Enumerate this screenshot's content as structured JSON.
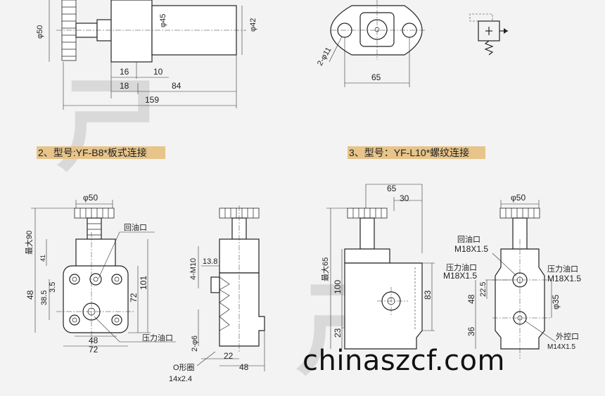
{
  "watermark": "chinaszcf.com",
  "sections": {
    "s2": {
      "title": "2、型号:YF-B8*板式连接"
    },
    "s3": {
      "title": "3、型号：YF-L10*螺纹连接"
    }
  },
  "top": {
    "dims": [
      "φ50",
      "φ45",
      "φ42",
      "16",
      "10",
      "18",
      "84",
      "159",
      "2-φ11",
      "65"
    ]
  },
  "view_b8": {
    "front_dims": [
      "φ50",
      "最大90",
      "41",
      "48",
      "38.5",
      "3.5",
      "101",
      "72",
      "48",
      "72"
    ],
    "front_labels": [
      "回油口",
      "压力油口"
    ],
    "side_dims": [
      "4-M10",
      "13.8",
      "2-φ6",
      "22",
      "48"
    ],
    "side_labels": [
      "O形圈",
      "14x2.4"
    ]
  },
  "view_l10": {
    "front_dims": [
      "65",
      "30",
      "最大65",
      "100",
      "83",
      "23"
    ],
    "side_dims": [
      "φ50",
      "48",
      "22.5",
      "36",
      "φ35"
    ],
    "side_labels": [
      "回油口",
      "M18X1.5",
      "压力油口",
      "M18X1.5",
      "压力油口",
      "M18X1.5",
      "外控口",
      "M14X1.5"
    ]
  }
}
